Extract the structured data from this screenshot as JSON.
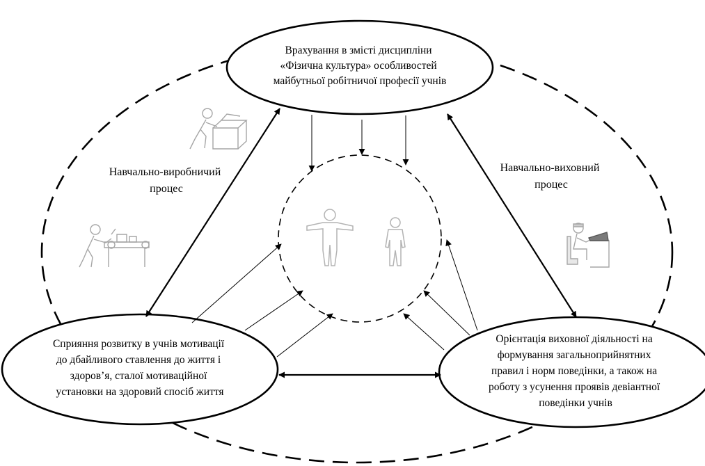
{
  "top_node": {
    "lines": [
      "Врахування в змісті дисципліни",
      "«Фізична культура» особливостей",
      "майбутньої робітничої професії учнів"
    ]
  },
  "left_node": {
    "lines": [
      "Сприяння розвитку в учнів мотивації",
      "до дбайливого ставлення до життя і",
      "здоров’я, сталої мотиваційної",
      "установки на здоровий спосіб життя"
    ]
  },
  "right_node": {
    "lines": [
      "Орієнтація виховної діяльності на",
      "формування загальноприйнятних",
      "правил і норм поведінки, а також на",
      "роботу з усунення проявів девіантної",
      "поведінки учнів"
    ]
  },
  "left_label": {
    "lines": [
      "Навчально-виробничий",
      "процес"
    ]
  },
  "right_label": {
    "lines": [
      "Навчально-виховний",
      "процес"
    ]
  },
  "icons": [
    "worker-with-box-icon",
    "worker-at-conveyor-icon",
    "student-at-desk-icon",
    "person-outline-icon",
    "child-outline-icon"
  ],
  "colors": {
    "stroke": "#000000",
    "figure_stroke": "#b3b3b3",
    "background": "#ffffff"
  }
}
